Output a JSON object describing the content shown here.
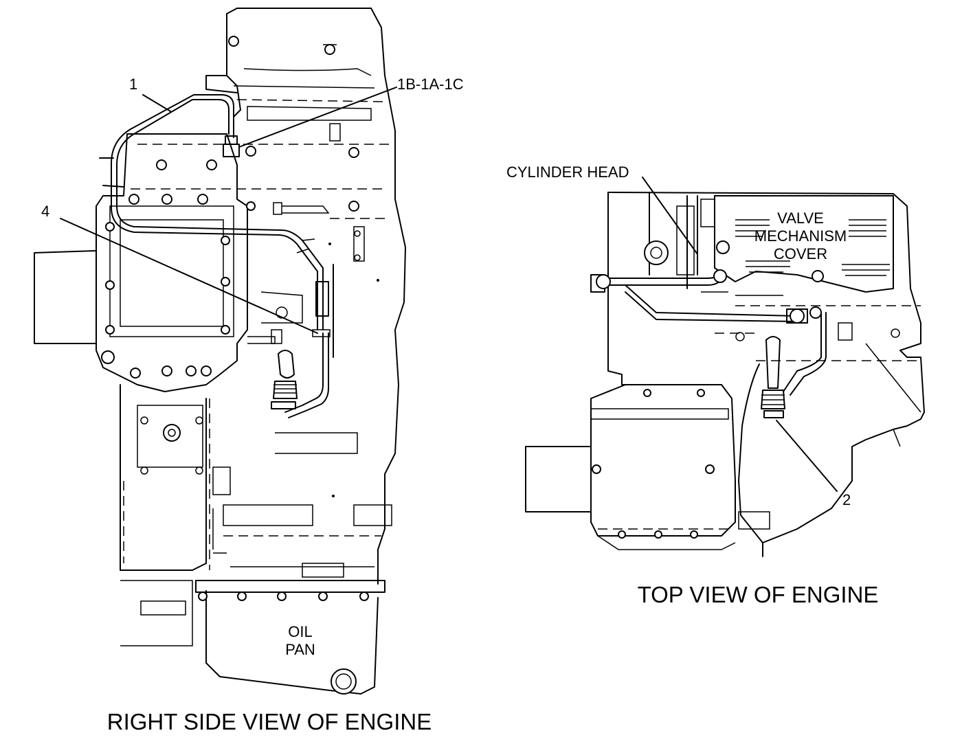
{
  "labels": {
    "item_1": "1",
    "item_1b": "1B-1A-1C",
    "item_4": "4",
    "item_2": "2",
    "cylinder_head": "CYLINDER HEAD",
    "valve_cover_line1": "VALVE",
    "valve_cover_line2": "MECHANISM",
    "valve_cover_line3": "COVER",
    "oil_pan_line1": "OIL",
    "oil_pan_line2": "PAN"
  },
  "captions": {
    "right_side": "RIGHT SIDE VIEW OF ENGINE",
    "top": "TOP VIEW OF ENGINE"
  }
}
